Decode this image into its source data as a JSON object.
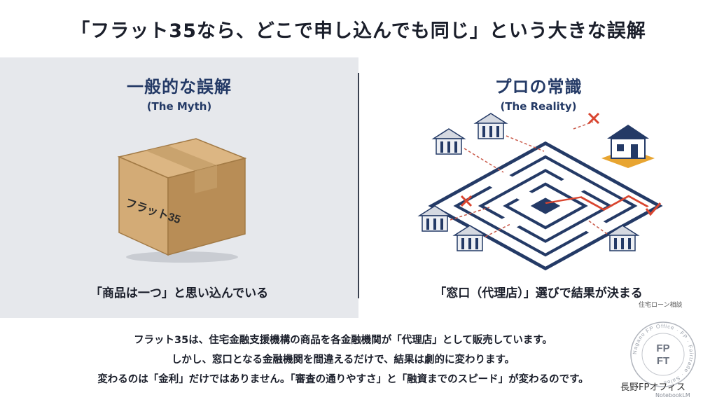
{
  "title": "「フラット35なら、どこで申し込んでも同じ」という大きな誤解",
  "left": {
    "heading": "一般的な誤解",
    "subheading": "(The Myth)",
    "box_label": "フラット35",
    "caption": "「商品は一つ」と思い込んでいる"
  },
  "right": {
    "heading": "プロの常識",
    "subheading": "(The Reality)",
    "caption": "「窓口（代理店）」選びで結果が決まる"
  },
  "footer": {
    "lines": [
      "フラット35は、住宅金融支援機構の商品を各金融機関が「代理店」として販売しています。",
      "しかし、窓口となる金融機関を間違えるだけで、結果は劇的に変わります。",
      "変わるのは「金利」だけではありません。「審査の通りやすさ」と「融資までのスピード」が変わるのです。"
    ]
  },
  "badges": {
    "consult_label": "住宅ローン相談",
    "seal_text": "Nagano FP Office · FP · Fairtrade · Salon",
    "seal_logo_top": "FP",
    "seal_logo_bottom": "FT",
    "brand": "長野FPオフィス",
    "notebook_mark": "NotebookLM"
  },
  "colors": {
    "navy": "#243a66",
    "panel_gray": "#e6e8ec",
    "cardboard": "#cfa874",
    "accent_red": "#d9452f"
  }
}
